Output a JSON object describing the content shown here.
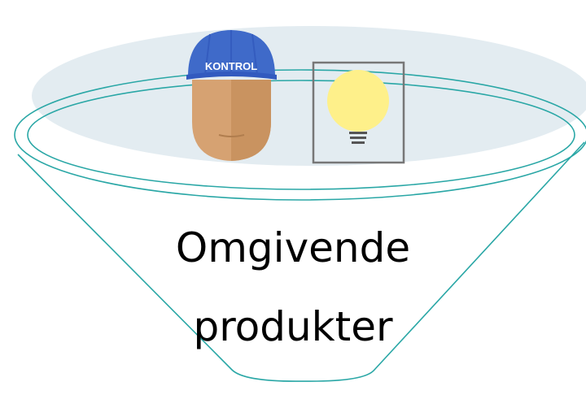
{
  "funnel": {
    "label_line1": "Omgivende",
    "label_line2": "produkter",
    "outline_color": "#2aa7a6",
    "fill_color": "#e3ecf1"
  },
  "person": {
    "cap_text": "KONTROL",
    "cap_color": "#3f6ac9",
    "skin_color": "#d6a272"
  },
  "lamp": {
    "bulb_color": "#fef08a",
    "frame_color": "#777777",
    "icon": "lightbulb-icon"
  }
}
